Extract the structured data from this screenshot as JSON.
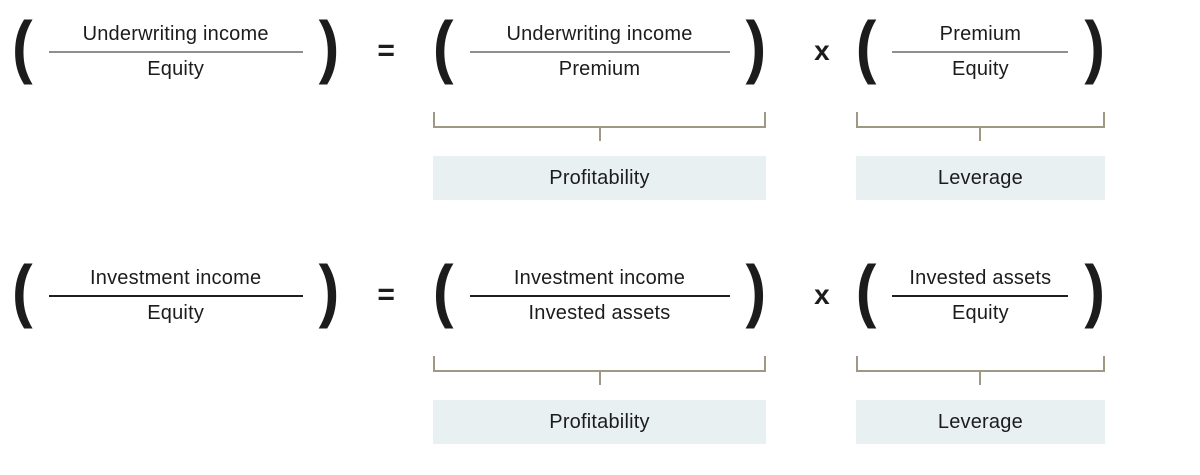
{
  "colors": {
    "text": "#1c1c1c",
    "bar_row1": "#8f8f8f",
    "bar_row2": "#1f1f1f",
    "bracket": "#9e9884",
    "label_bg": "#e8f0f2"
  },
  "symbols": {
    "paren_open": "(",
    "paren_close": ")",
    "equals": "=",
    "times": "x"
  },
  "rows": [
    {
      "result": {
        "numerator": "Underwriting income",
        "denominator": "Equity"
      },
      "factor1": {
        "numerator": "Underwriting income",
        "denominator": "Premium",
        "label": "Profitability"
      },
      "factor2": {
        "numerator": "Premium",
        "denominator": "Equity",
        "label": "Leverage"
      }
    },
    {
      "result": {
        "numerator": "Investment income",
        "denominator": "Equity"
      },
      "factor1": {
        "numerator": "Investment income",
        "denominator": "Invested assets",
        "label": "Profitability"
      },
      "factor2": {
        "numerator": "Invested assets",
        "denominator": "Equity",
        "label": "Leverage"
      }
    }
  ]
}
